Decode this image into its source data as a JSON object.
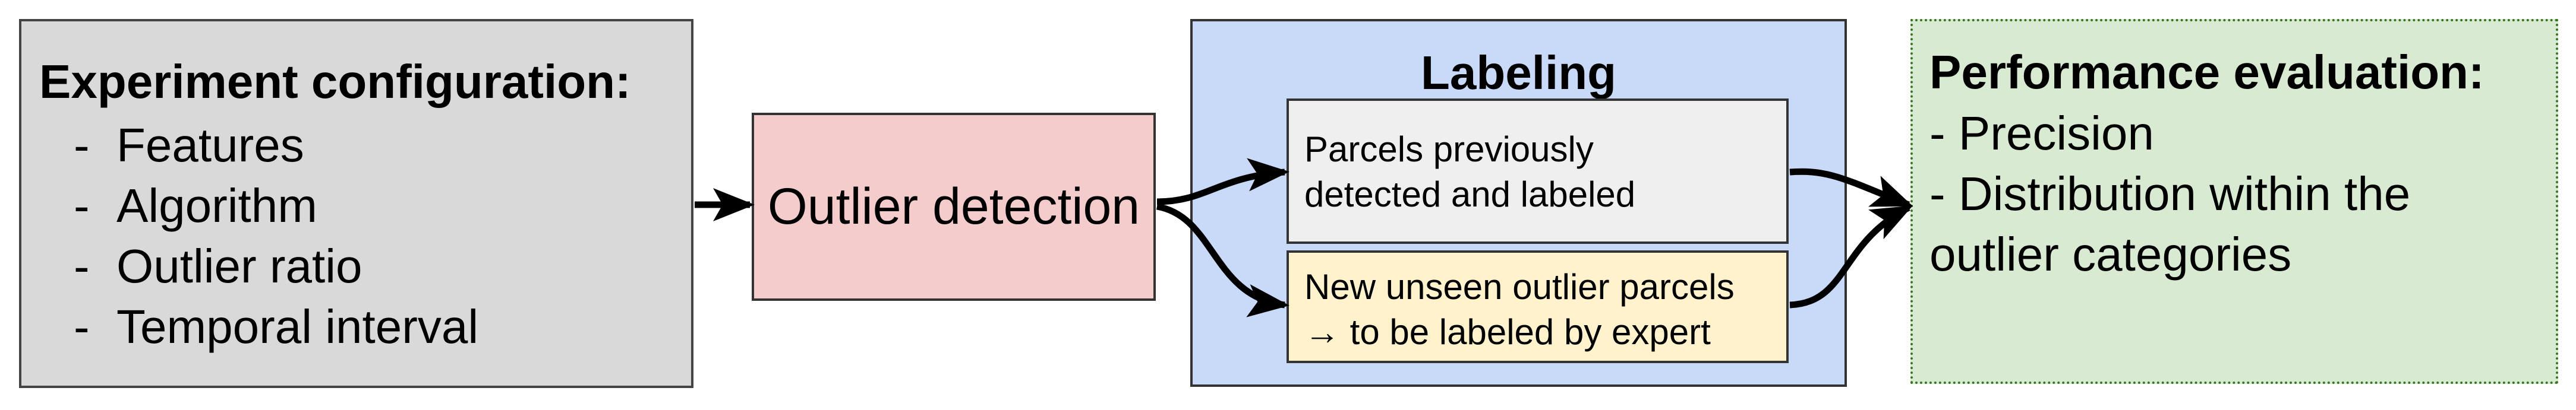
{
  "experiment_configuration": {
    "title": "Experiment configuration:",
    "items": [
      {
        "dash": "-",
        "label": "Features"
      },
      {
        "dash": "-",
        "label": "Algorithm"
      },
      {
        "dash": "-",
        "label": "Outlier ratio"
      },
      {
        "dash": "-",
        "label": "Temporal interval"
      }
    ]
  },
  "outlier_detection": {
    "label": "Outlier detection"
  },
  "labeling": {
    "title": "Labeling",
    "previous_parcels": {
      "lines": [
        "Parcels previously",
        "detected and labeled"
      ]
    },
    "new_parcels": {
      "lines": [
        "New unseen outlier parcels",
        "→ to be labeled by expert"
      ]
    }
  },
  "performance_evaluation": {
    "title": "Performance evaluation:",
    "lines": [
      "- Precision",
      "- Distribution within the",
      "outlier categories"
    ]
  },
  "colors": {
    "config_fill": "#d9d9d9",
    "outlier_fill": "#f4cccc",
    "labeling_fill": "#c9daf8",
    "previous_fill": "#efefef",
    "new_fill": "#fff2cc",
    "evaluation_fill": "#d9ead3",
    "evaluation_border": "#38761d",
    "arrow": "#000000"
  }
}
